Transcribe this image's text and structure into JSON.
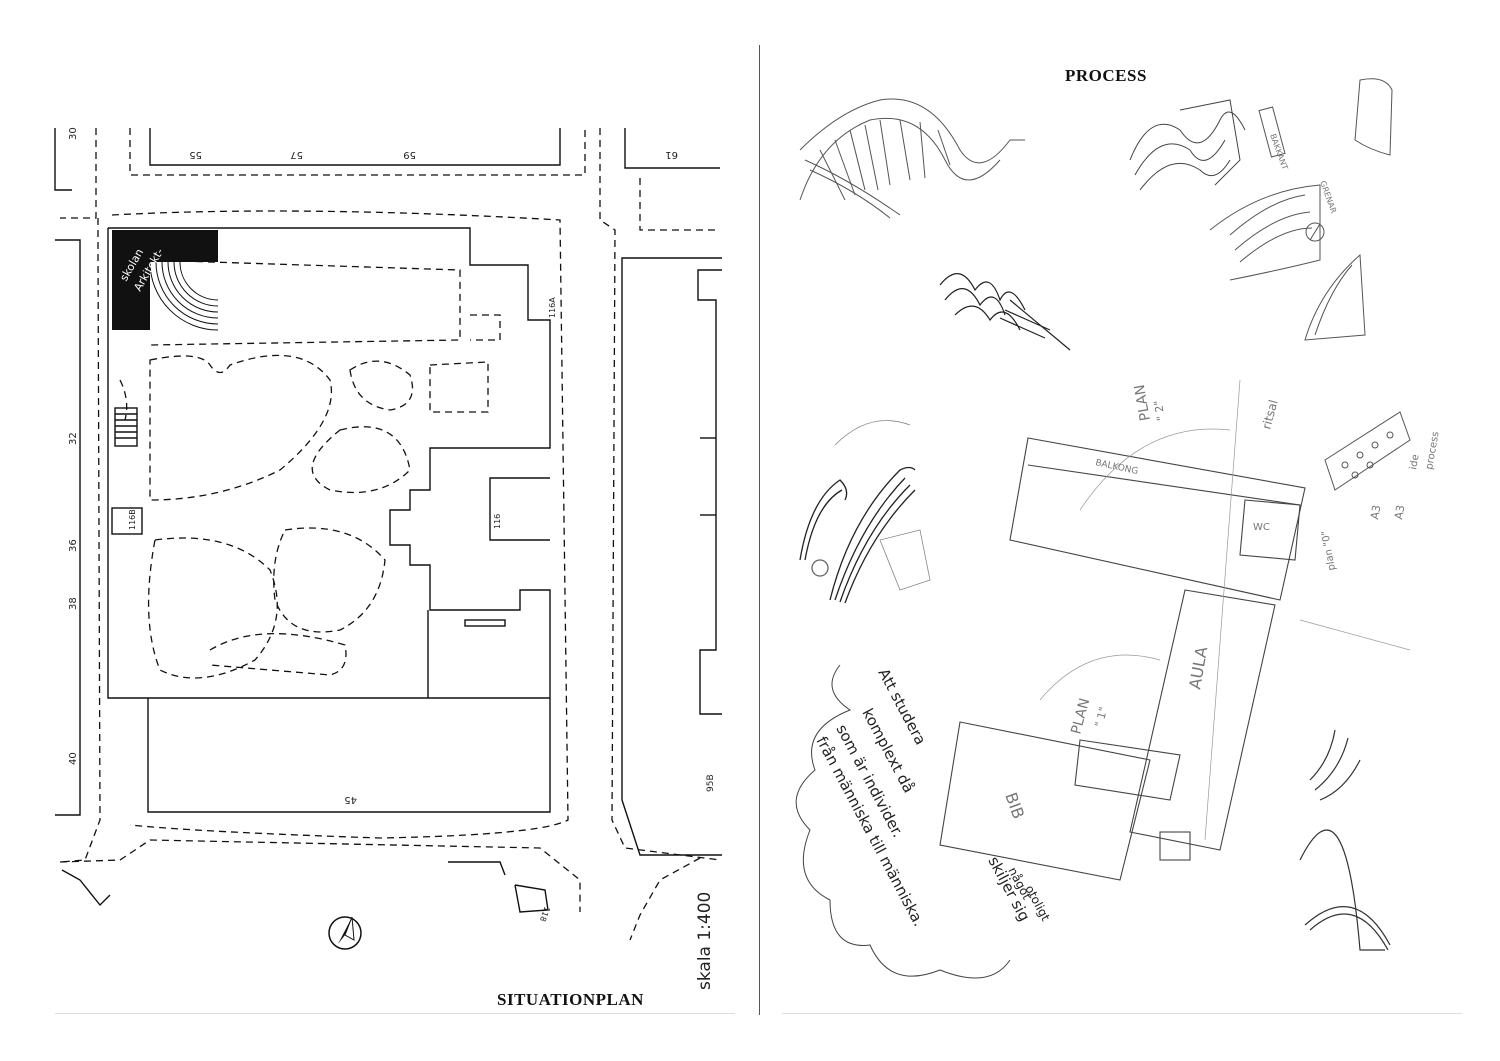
{
  "left": {
    "title": "SITUATIONPLAN",
    "scale": "skala 1:400",
    "school_label_line1": "Arkitekt-",
    "school_label_line2": "skolan",
    "numbers": {
      "n30": "30",
      "n32": "32",
      "n36": "36",
      "n38": "38",
      "n40": "40",
      "n55": "55",
      "n57": "57",
      "n59": "59",
      "n61": "61",
      "n45": "45",
      "n116": "116",
      "n116A": "116A",
      "n116B": "116B",
      "n95B": "95B",
      "n118": "118"
    }
  },
  "right": {
    "title": "PROCESS",
    "notes": {
      "note_line1": "Att studera",
      "note_line2": "komplext då",
      "note_line3": "som är individer.",
      "note_line4": "från människa till människa.",
      "note_line5": "skiljer sig",
      "note_line6": "något",
      "note_line7": "otoligt",
      "plan_label": "PLAN",
      "plan_quote": "\" 1\"",
      "plan2": "PLAN",
      "plan2_quote": "\" 2\"",
      "plan0": "plan \"0\"",
      "aula": "AULA",
      "bib": "BIB",
      "ritsal": "ritsal",
      "balkong": "BALKONG",
      "wc": "WC",
      "a3": "A3",
      "a3_2": "A3",
      "ide": "ide",
      "process": "process",
      "bakkant": "BAKKANT",
      "grenar": "GRENAR"
    }
  }
}
